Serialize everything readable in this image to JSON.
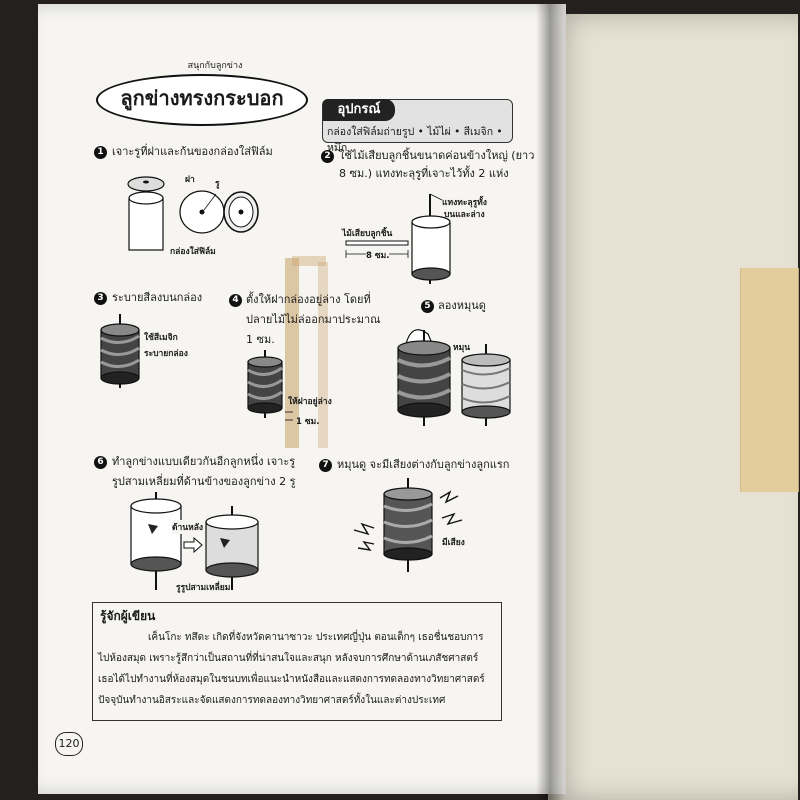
{
  "book": {
    "supertitle": "สนุกกับลูกข่าง",
    "title": "ลูกข่างทรงกระบอก",
    "equipment": {
      "heading": "อุปกรณ์",
      "items_line1": "กล่องใส่ฟิล์มถ่ายรูป • ไม้ไผ่ • สีเมจิก •",
      "items_line2": "หมึก"
    },
    "steps": [
      {
        "num": "1",
        "text_lines": [
          "เจาะรูที่ฝาและก้นของกล่องใส่ฟิล์ม"
        ],
        "labels": [
          "ฝา",
          "รู",
          "กล่องใส่ฟิล์ม"
        ]
      },
      {
        "num": "2",
        "text_lines": [
          "ใช้ไม้เสียบลูกชิ้นขนาดค่อนข้างใหญ่ (ยาว",
          "8 ซม.) แทงทะลุรูที่เจาะไว้ทั้ง 2 แห่ง"
        ],
        "labels": [
          "แทงทะลุรูทั้ง",
          "บนและล่าง",
          "ไม้เสียบลูกชิ้น",
          "8 ซม."
        ]
      },
      {
        "num": "3",
        "text_lines": [
          "ระบายสีลงบนกล่อง"
        ],
        "labels": [
          "ใช้สีเมจิก",
          "ระบายกล่อง"
        ]
      },
      {
        "num": "4",
        "text_lines": [
          "ตั้งให้ฝากล่องอยู่ล่าง  โดยที่",
          "ปลายไม้ไม่ล่ออกมาประมาณ",
          "1 ซม."
        ],
        "labels": [
          "ให้ฝาอยู่ล่าง",
          "1 ซม."
        ]
      },
      {
        "num": "5",
        "text_lines": [
          "ลองหมุนดู"
        ],
        "labels": [
          "หมุน"
        ]
      },
      {
        "num": "6",
        "text_lines": [
          "ทำลูกข่างแบบเดียวกันอีกลูกหนึ่ง  เจาะรู",
          "รูปสามเหลี่ยมที่ด้านข้างของลูกข่าง 2 รู"
        ],
        "labels": [
          "ด้านหลัง",
          "รูรูปสามเหลี่ยม"
        ]
      },
      {
        "num": "7",
        "text_lines": [
          "หมุนดู  จะมีเสียงต่างกับลูกข่างลูกแรก"
        ],
        "labels": [
          "มีเสียง"
        ]
      }
    ],
    "author": {
      "heading": "รู้จักผู้เขียน",
      "lines": [
        "เค็นโกะ  ทสึดะ  เกิดที่จังหวัดคานาซาวะ ประเทศญี่ปุ่น  ตอนเด็กๆ เธอชื่นชอบการ",
        "ไปห้องสมุด  เพราะรู้สึกว่าเป็นสถานที่ที่น่าสนใจและสนุก  หลังจบการศึกษาด้านเภสัชศาสตร์",
        "เธอได้ไปทำงานที่ห้องสมุดในชนบทเพื่อแนะนำหนังสือและแสดงการทดลองทางวิทยาศาสตร์",
        "ปัจจุบันทำงานอิสระและจัดแสดงการทดลองทางวิทยาศาสตร์ทั้งในและต่างประเทศ"
      ]
    },
    "page_number": "120"
  }
}
